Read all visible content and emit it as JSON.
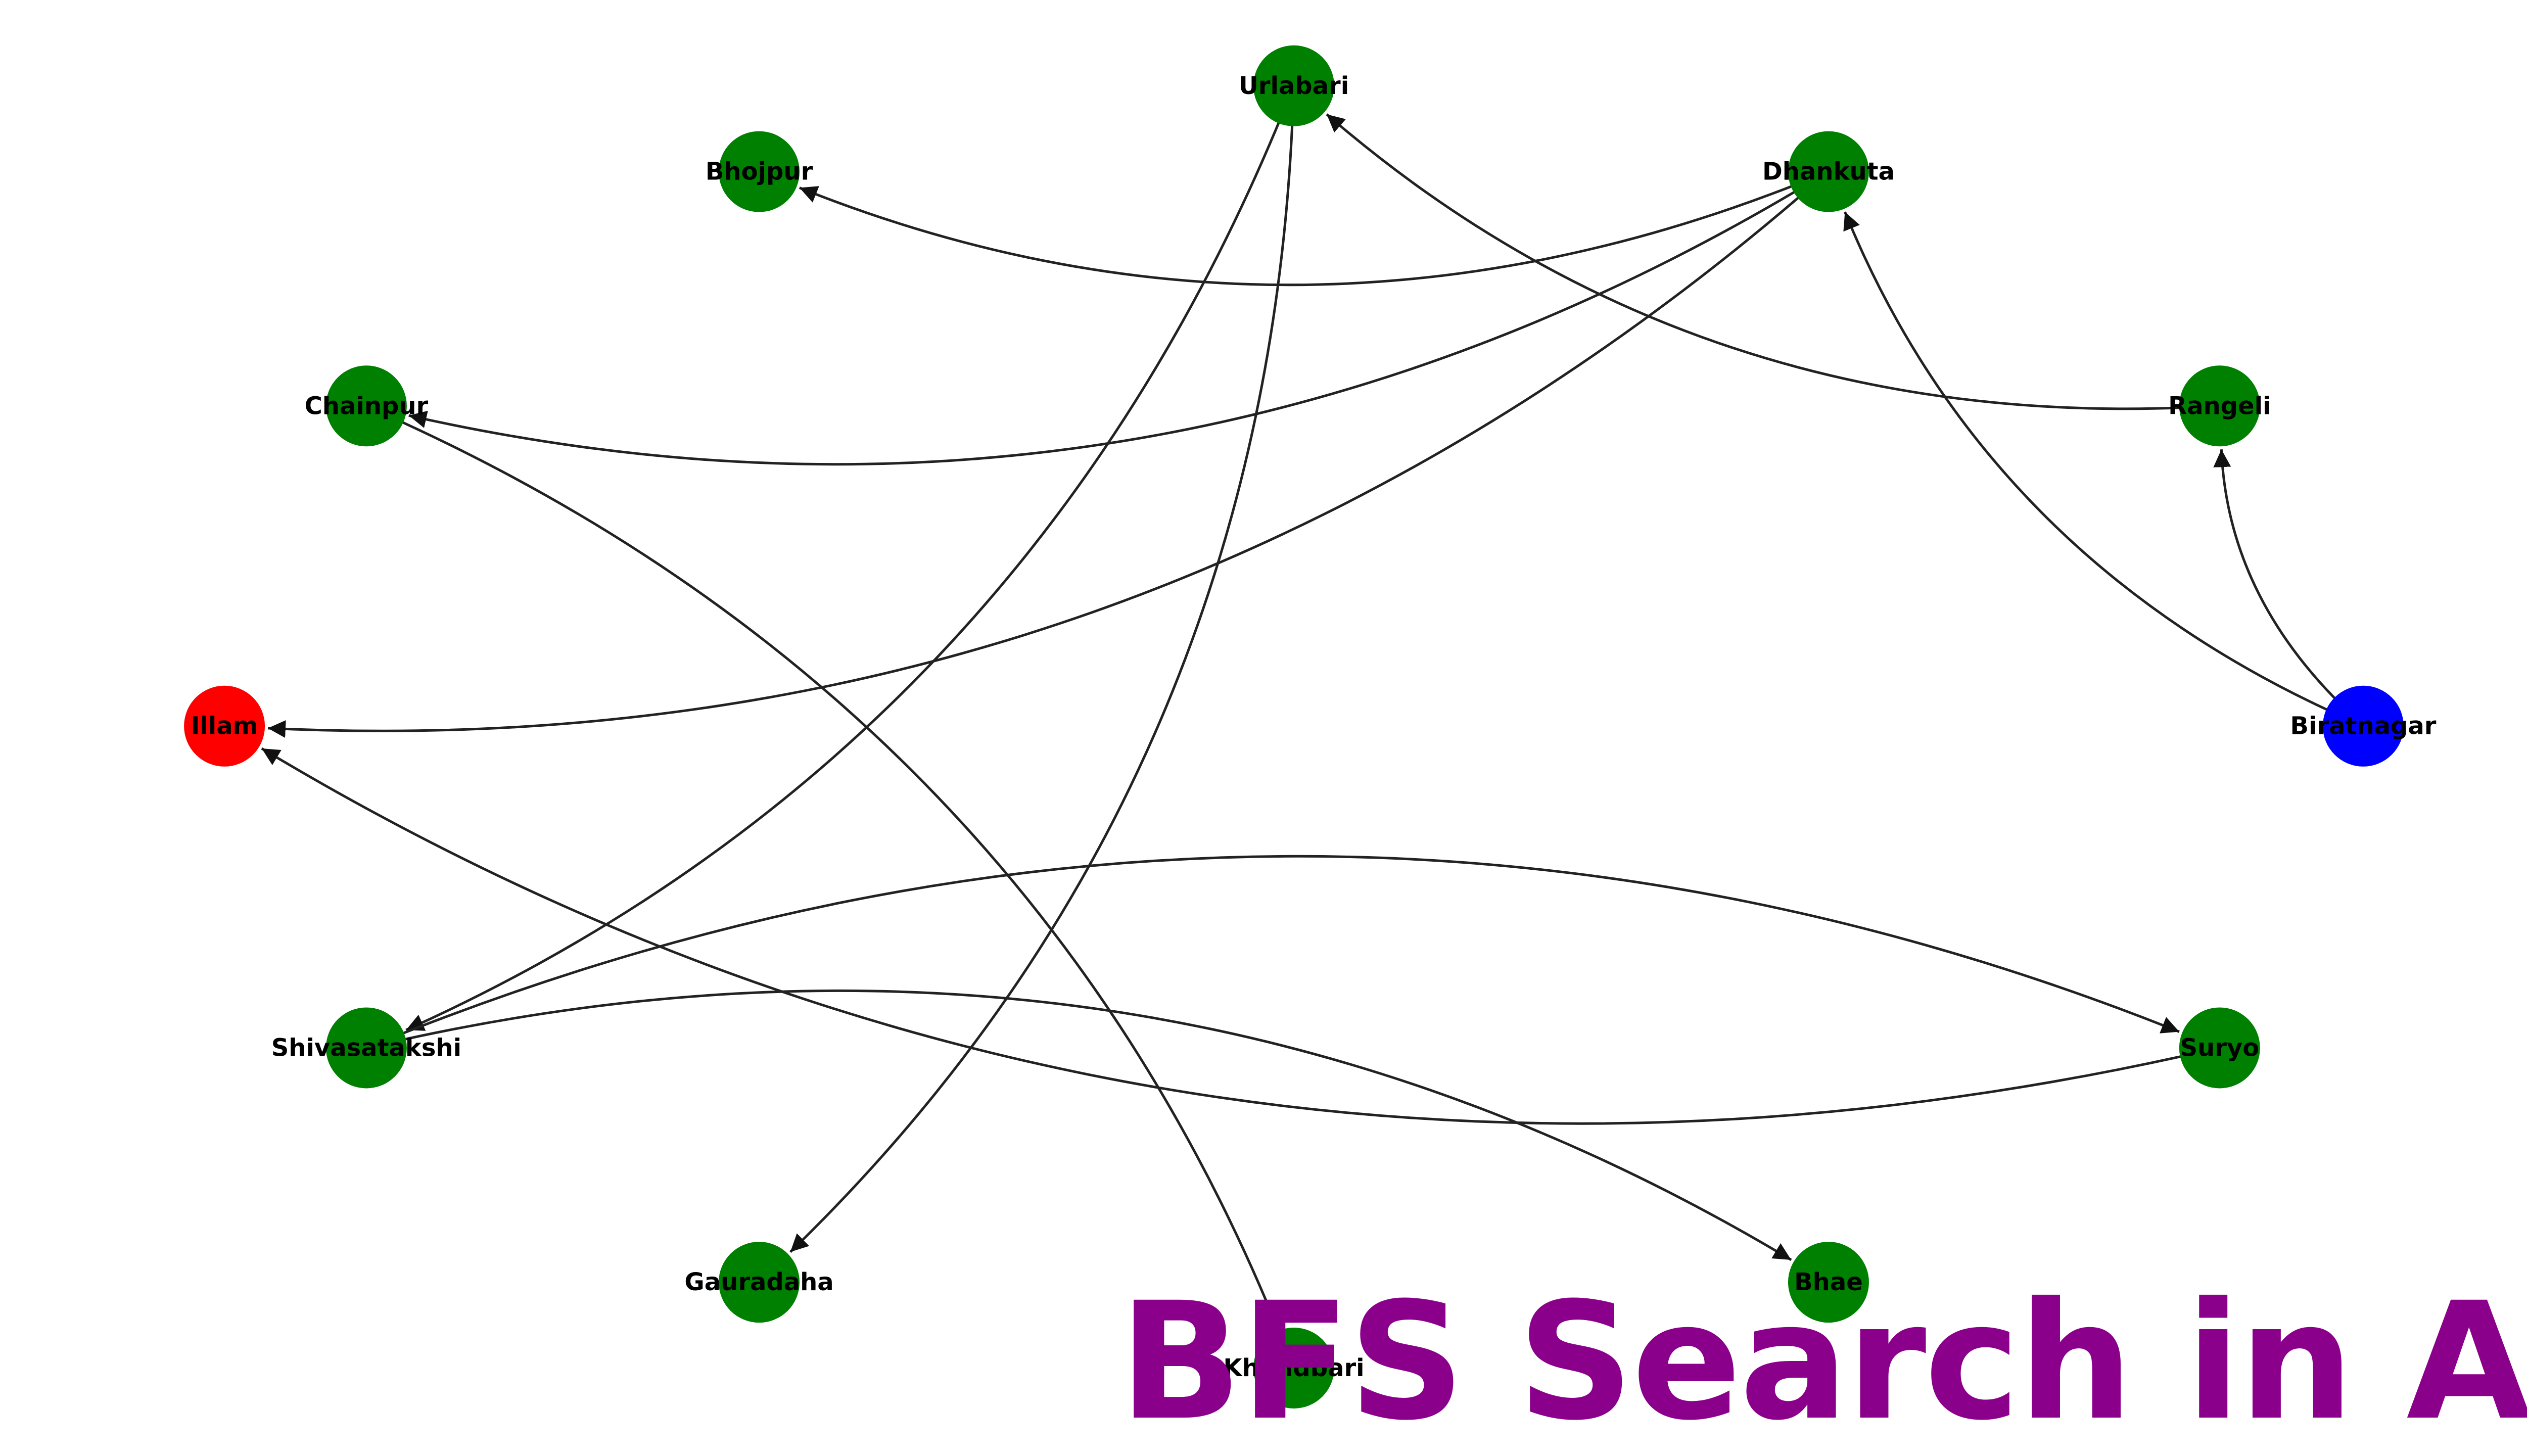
{
  "banner": {
    "title": "BFS Search in AI",
    "color": "#8B008B"
  },
  "colors": {
    "start": "#0000FF",
    "goal": "#FF0000",
    "visited": "#008000",
    "edge": "#222222"
  },
  "nodes": [
    {
      "id": "Urlabari",
      "label": "Urlabari",
      "status": "visited"
    },
    {
      "id": "Bhojpur",
      "label": "Bhojpur",
      "status": "visited"
    },
    {
      "id": "Dhankuta",
      "label": "Dhankuta",
      "status": "visited"
    },
    {
      "id": "Chainpur",
      "label": "Chainpur",
      "status": "visited"
    },
    {
      "id": "Rangeli",
      "label": "Rangeli",
      "status": "visited"
    },
    {
      "id": "Illam",
      "label": "Illam",
      "status": "goal"
    },
    {
      "id": "Biratnagar",
      "label": "Biratnagar",
      "status": "start"
    },
    {
      "id": "Shivasatakshi",
      "label": "Shivasatakshi",
      "status": "visited"
    },
    {
      "id": "Suryo",
      "label": "Suryo",
      "status": "visited"
    },
    {
      "id": "Gauradaha",
      "label": "Gauradaha",
      "status": "visited"
    },
    {
      "id": "Bhae",
      "label": "Bhae",
      "status": "visited"
    },
    {
      "id": "Khandbari",
      "label": "Khandbari",
      "status": "visited"
    }
  ],
  "edges": [
    {
      "from": "Biratnagar",
      "to": "Rangeli"
    },
    {
      "from": "Biratnagar",
      "to": "Dhankuta"
    },
    {
      "from": "Rangeli",
      "to": "Urlabari"
    },
    {
      "from": "Dhankuta",
      "to": "Bhojpur"
    },
    {
      "from": "Dhankuta",
      "to": "Chainpur"
    },
    {
      "from": "Dhankuta",
      "to": "Illam"
    },
    {
      "from": "Urlabari",
      "to": "Shivasatakshi"
    },
    {
      "from": "Urlabari",
      "to": "Gauradaha"
    },
    {
      "from": "Chainpur",
      "to": "Khandbari"
    },
    {
      "from": "Shivasatakshi",
      "to": "Suryo"
    },
    {
      "from": "Shivasatakshi",
      "to": "Bhae"
    },
    {
      "from": "Suryo",
      "to": "Illam"
    }
  ]
}
